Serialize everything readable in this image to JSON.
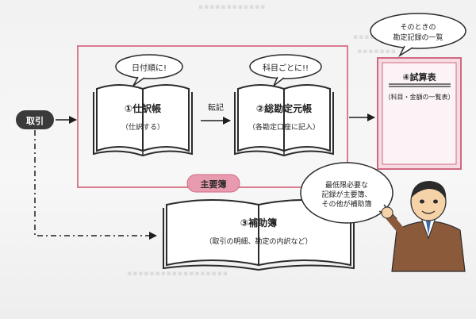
{
  "colors": {
    "pink_frame": "#d97c8e",
    "pink_fill": "#f6dbe3",
    "pink_badge": "#e89aae",
    "book_ink": "#2b2b2b",
    "arrow": "#1e1e1e",
    "bubble_fill": "#ffffff",
    "node_dark": "#3a3a3a"
  },
  "flow": {
    "start_node": "取引",
    "posting_label": "転記",
    "main_books_badge": "主要簿"
  },
  "books": {
    "journal": {
      "title": "①仕訳帳",
      "subtitle": "（仕訳する）",
      "bubble": "日付順に!",
      "icon": "open-book-icon"
    },
    "ledger": {
      "title": "②総勘定元帳",
      "subtitle": "（各勘定口座に記入）",
      "bubble": "科目ごとに!!",
      "icon": "open-book-icon"
    },
    "subsidiary": {
      "title": "③補助簿",
      "subtitle": "（取引の明細、勘定の内訳など）",
      "icon": "open-book-icon"
    }
  },
  "trial_balance": {
    "title": "④試算表",
    "subtitle": "（科目・金額の一覧表）",
    "bubble_line1": "そのときの",
    "bubble_line2": "勘定記録の一覧"
  },
  "explainer": {
    "line1": "最低限必要な",
    "line2": "記録が主要簿、",
    "line3": "その他が補助簿",
    "figure": "waving-man-illustration"
  }
}
